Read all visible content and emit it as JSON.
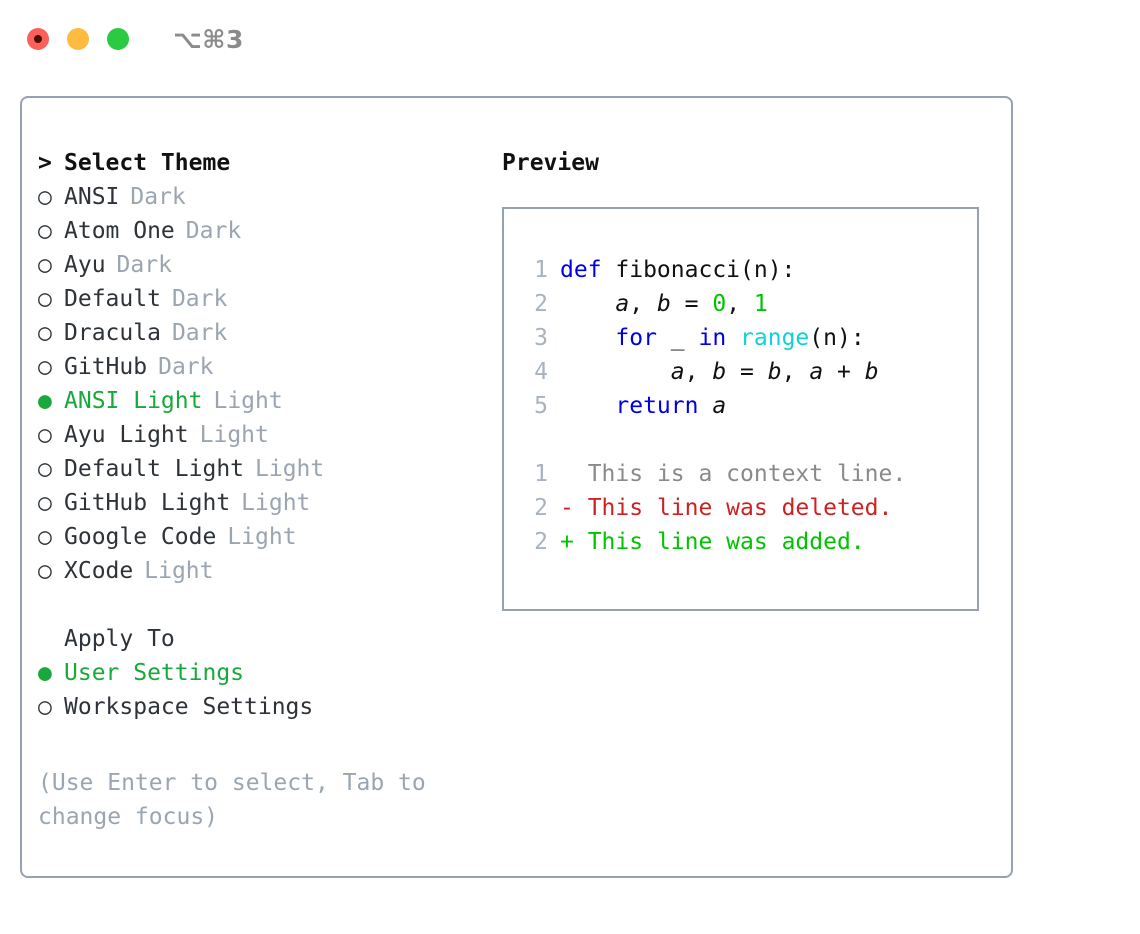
{
  "window": {
    "title": "⌥⌘3",
    "traffic_lights": [
      "close",
      "minimize",
      "maximize"
    ]
  },
  "theme_panel": {
    "heading": "Select Theme",
    "heading_caret": ">",
    "bullet_unselected": "○",
    "bullet_selected": "●",
    "items": [
      {
        "name": "ANSI",
        "kind": "Dark",
        "selected": false
      },
      {
        "name": "Atom One",
        "kind": "Dark",
        "selected": false
      },
      {
        "name": "Ayu",
        "kind": "Dark",
        "selected": false
      },
      {
        "name": "Default",
        "kind": "Dark",
        "selected": false
      },
      {
        "name": "Dracula",
        "kind": "Dark",
        "selected": false
      },
      {
        "name": "GitHub",
        "kind": "Dark",
        "selected": false
      },
      {
        "name": "ANSI Light",
        "kind": "Light",
        "selected": true
      },
      {
        "name": "Ayu Light",
        "kind": "Light",
        "selected": false
      },
      {
        "name": "Default Light",
        "kind": "Light",
        "selected": false
      },
      {
        "name": "GitHub Light",
        "kind": "Light",
        "selected": false
      },
      {
        "name": "Google Code",
        "kind": "Light",
        "selected": false
      },
      {
        "name": "XCode",
        "kind": "Light",
        "selected": false
      }
    ]
  },
  "apply_to": {
    "heading": "Apply To",
    "options": [
      {
        "label": "User Settings",
        "selected": true
      },
      {
        "label": "Workspace Settings",
        "selected": false
      }
    ]
  },
  "hint": "(Use Enter to select, Tab to change focus)",
  "preview": {
    "title": "Preview",
    "code_lines": [
      {
        "num": "1",
        "tokens": [
          {
            "t": "def",
            "c": "kw"
          },
          {
            "t": " fibonacci(n):",
            "c": "pl"
          }
        ]
      },
      {
        "num": "2",
        "tokens": [
          {
            "t": "    ",
            "c": "pl"
          },
          {
            "t": "a",
            "c": "id"
          },
          {
            "t": ", ",
            "c": "pl"
          },
          {
            "t": "b",
            "c": "id"
          },
          {
            "t": " = ",
            "c": "pl"
          },
          {
            "t": "0",
            "c": "num"
          },
          {
            "t": ", ",
            "c": "pl"
          },
          {
            "t": "1",
            "c": "num"
          }
        ]
      },
      {
        "num": "3",
        "tokens": [
          {
            "t": "    ",
            "c": "pl"
          },
          {
            "t": "for",
            "c": "kw"
          },
          {
            "t": " _ ",
            "c": "pl"
          },
          {
            "t": "in",
            "c": "kw"
          },
          {
            "t": " ",
            "c": "pl"
          },
          {
            "t": "range",
            "c": "fn"
          },
          {
            "t": "(n):",
            "c": "pl"
          }
        ]
      },
      {
        "num": "4",
        "tokens": [
          {
            "t": "        ",
            "c": "pl"
          },
          {
            "t": "a",
            "c": "id"
          },
          {
            "t": ", ",
            "c": "pl"
          },
          {
            "t": "b",
            "c": "id"
          },
          {
            "t": " = ",
            "c": "pl"
          },
          {
            "t": "b",
            "c": "id"
          },
          {
            "t": ", ",
            "c": "pl"
          },
          {
            "t": "a",
            "c": "id"
          },
          {
            "t": " + ",
            "c": "pl"
          },
          {
            "t": "b",
            "c": "id"
          }
        ]
      },
      {
        "num": "5",
        "tokens": [
          {
            "t": "    ",
            "c": "pl"
          },
          {
            "t": "return",
            "c": "kw"
          },
          {
            "t": " ",
            "c": "pl"
          },
          {
            "t": "a",
            "c": "id"
          }
        ]
      }
    ],
    "diff_lines": [
      {
        "num": "1",
        "marker": " ",
        "text": " This is a context line.",
        "kind": "ctx"
      },
      {
        "num": "2",
        "marker": "-",
        "text": " This line was deleted.",
        "kind": "del"
      },
      {
        "num": "2",
        "marker": "+",
        "text": " This line was added.",
        "kind": "add"
      }
    ]
  },
  "colors": {
    "selection_green": "#17a93c",
    "muted": "#9aa5b1",
    "border": "#97a2b0",
    "keyword_blue": "#0000e6",
    "function_cyan": "#10d2d2",
    "number_green": "#00c400",
    "diff_del_red": "#cc2222",
    "diff_add_green": "#00c400",
    "traffic_red": "#fc6058",
    "traffic_yellow": "#fdbc40",
    "traffic_green": "#2acb42"
  }
}
